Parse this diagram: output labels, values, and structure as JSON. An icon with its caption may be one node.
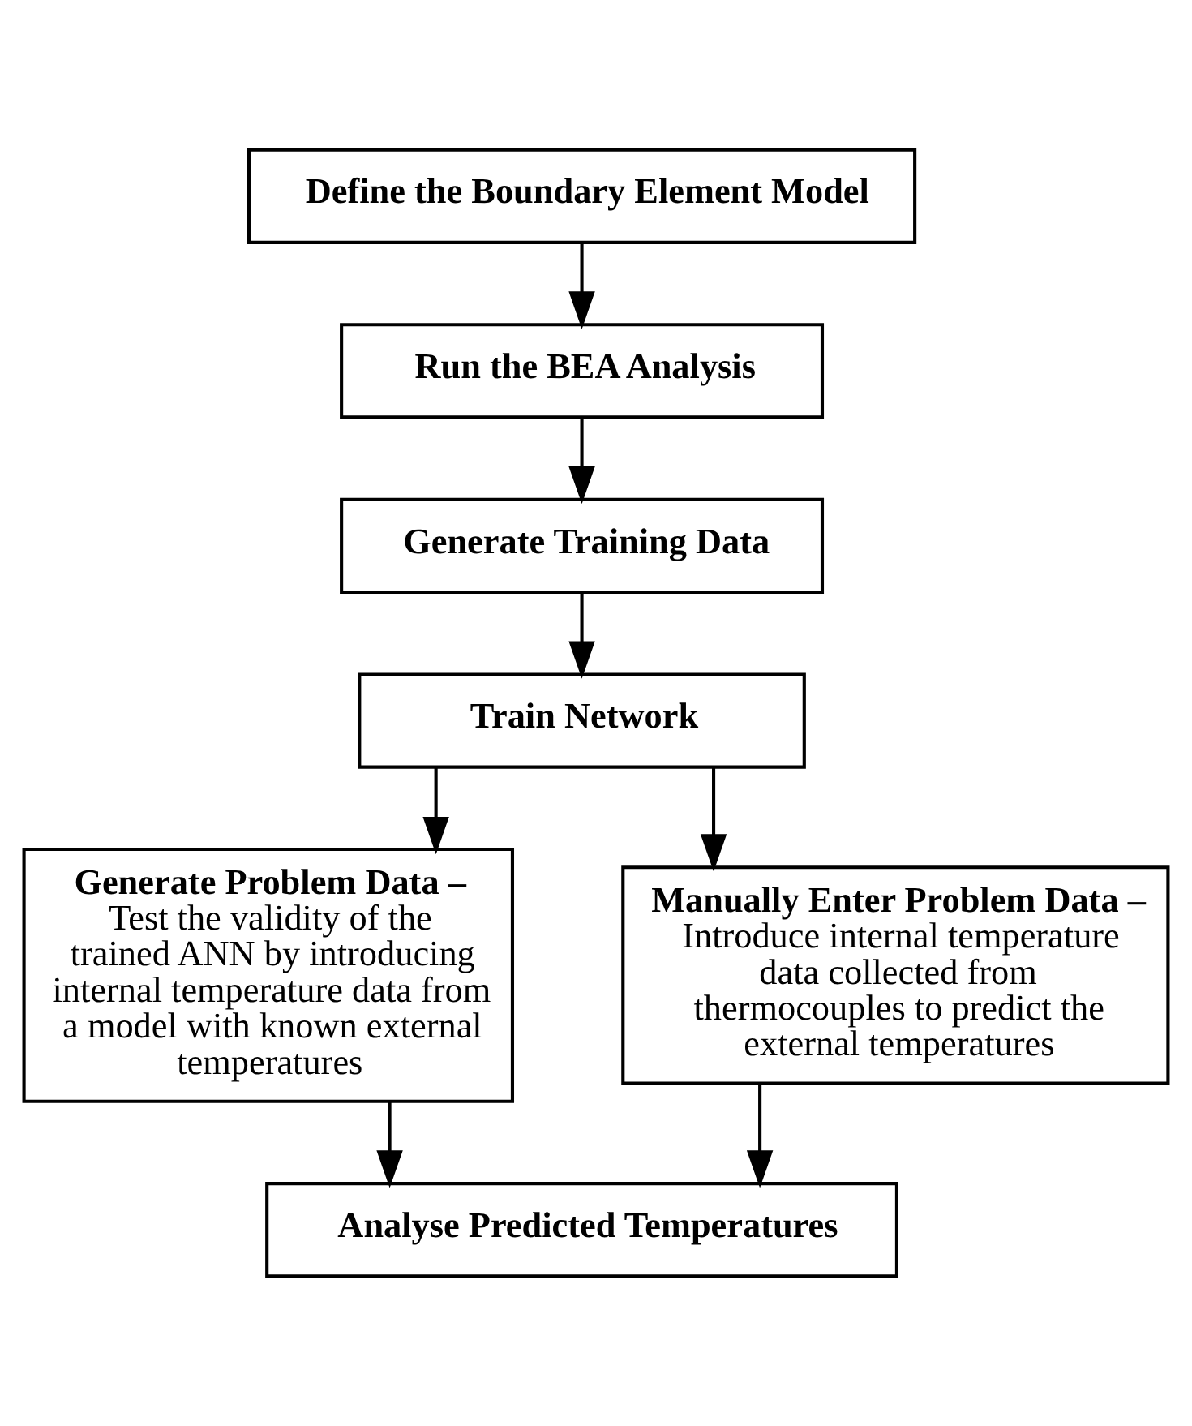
{
  "diagram": {
    "nodes": [
      {
        "text": [
          "Define the Boundary Element Model"
        ]
      },
      {
        "text": [
          "Run the BEA Analysis"
        ]
      },
      {
        "text": [
          "Generate Training Data"
        ]
      },
      {
        "text": [
          "Train Network"
        ]
      },
      {
        "text": [
          "Generate Problem Data –",
          "Test the validity of the trained ANN by introducing internal temperature data from a model with known external temperatures"
        ]
      },
      {
        "text": [
          "Manually Enter Problem Data –",
          "Introduce internal temperature data collected from thermocouples to predict the external temperatures"
        ]
      },
      {
        "text": [
          "Analyse Predicted Temperatures"
        ]
      }
    ],
    "edges": [
      {
        "from": 0,
        "to": 1,
        "arrow": "to"
      },
      {
        "from": 1,
        "to": 2,
        "arrow": "to"
      },
      {
        "from": 2,
        "to": 3,
        "arrow": "to"
      },
      {
        "from": 3,
        "to": 4,
        "arrow": "to"
      },
      {
        "from": 3,
        "to": 5,
        "arrow": "to"
      },
      {
        "from": 4,
        "to": 6,
        "arrow": "to"
      },
      {
        "from": 5,
        "to": 6,
        "arrow": "to"
      }
    ]
  }
}
